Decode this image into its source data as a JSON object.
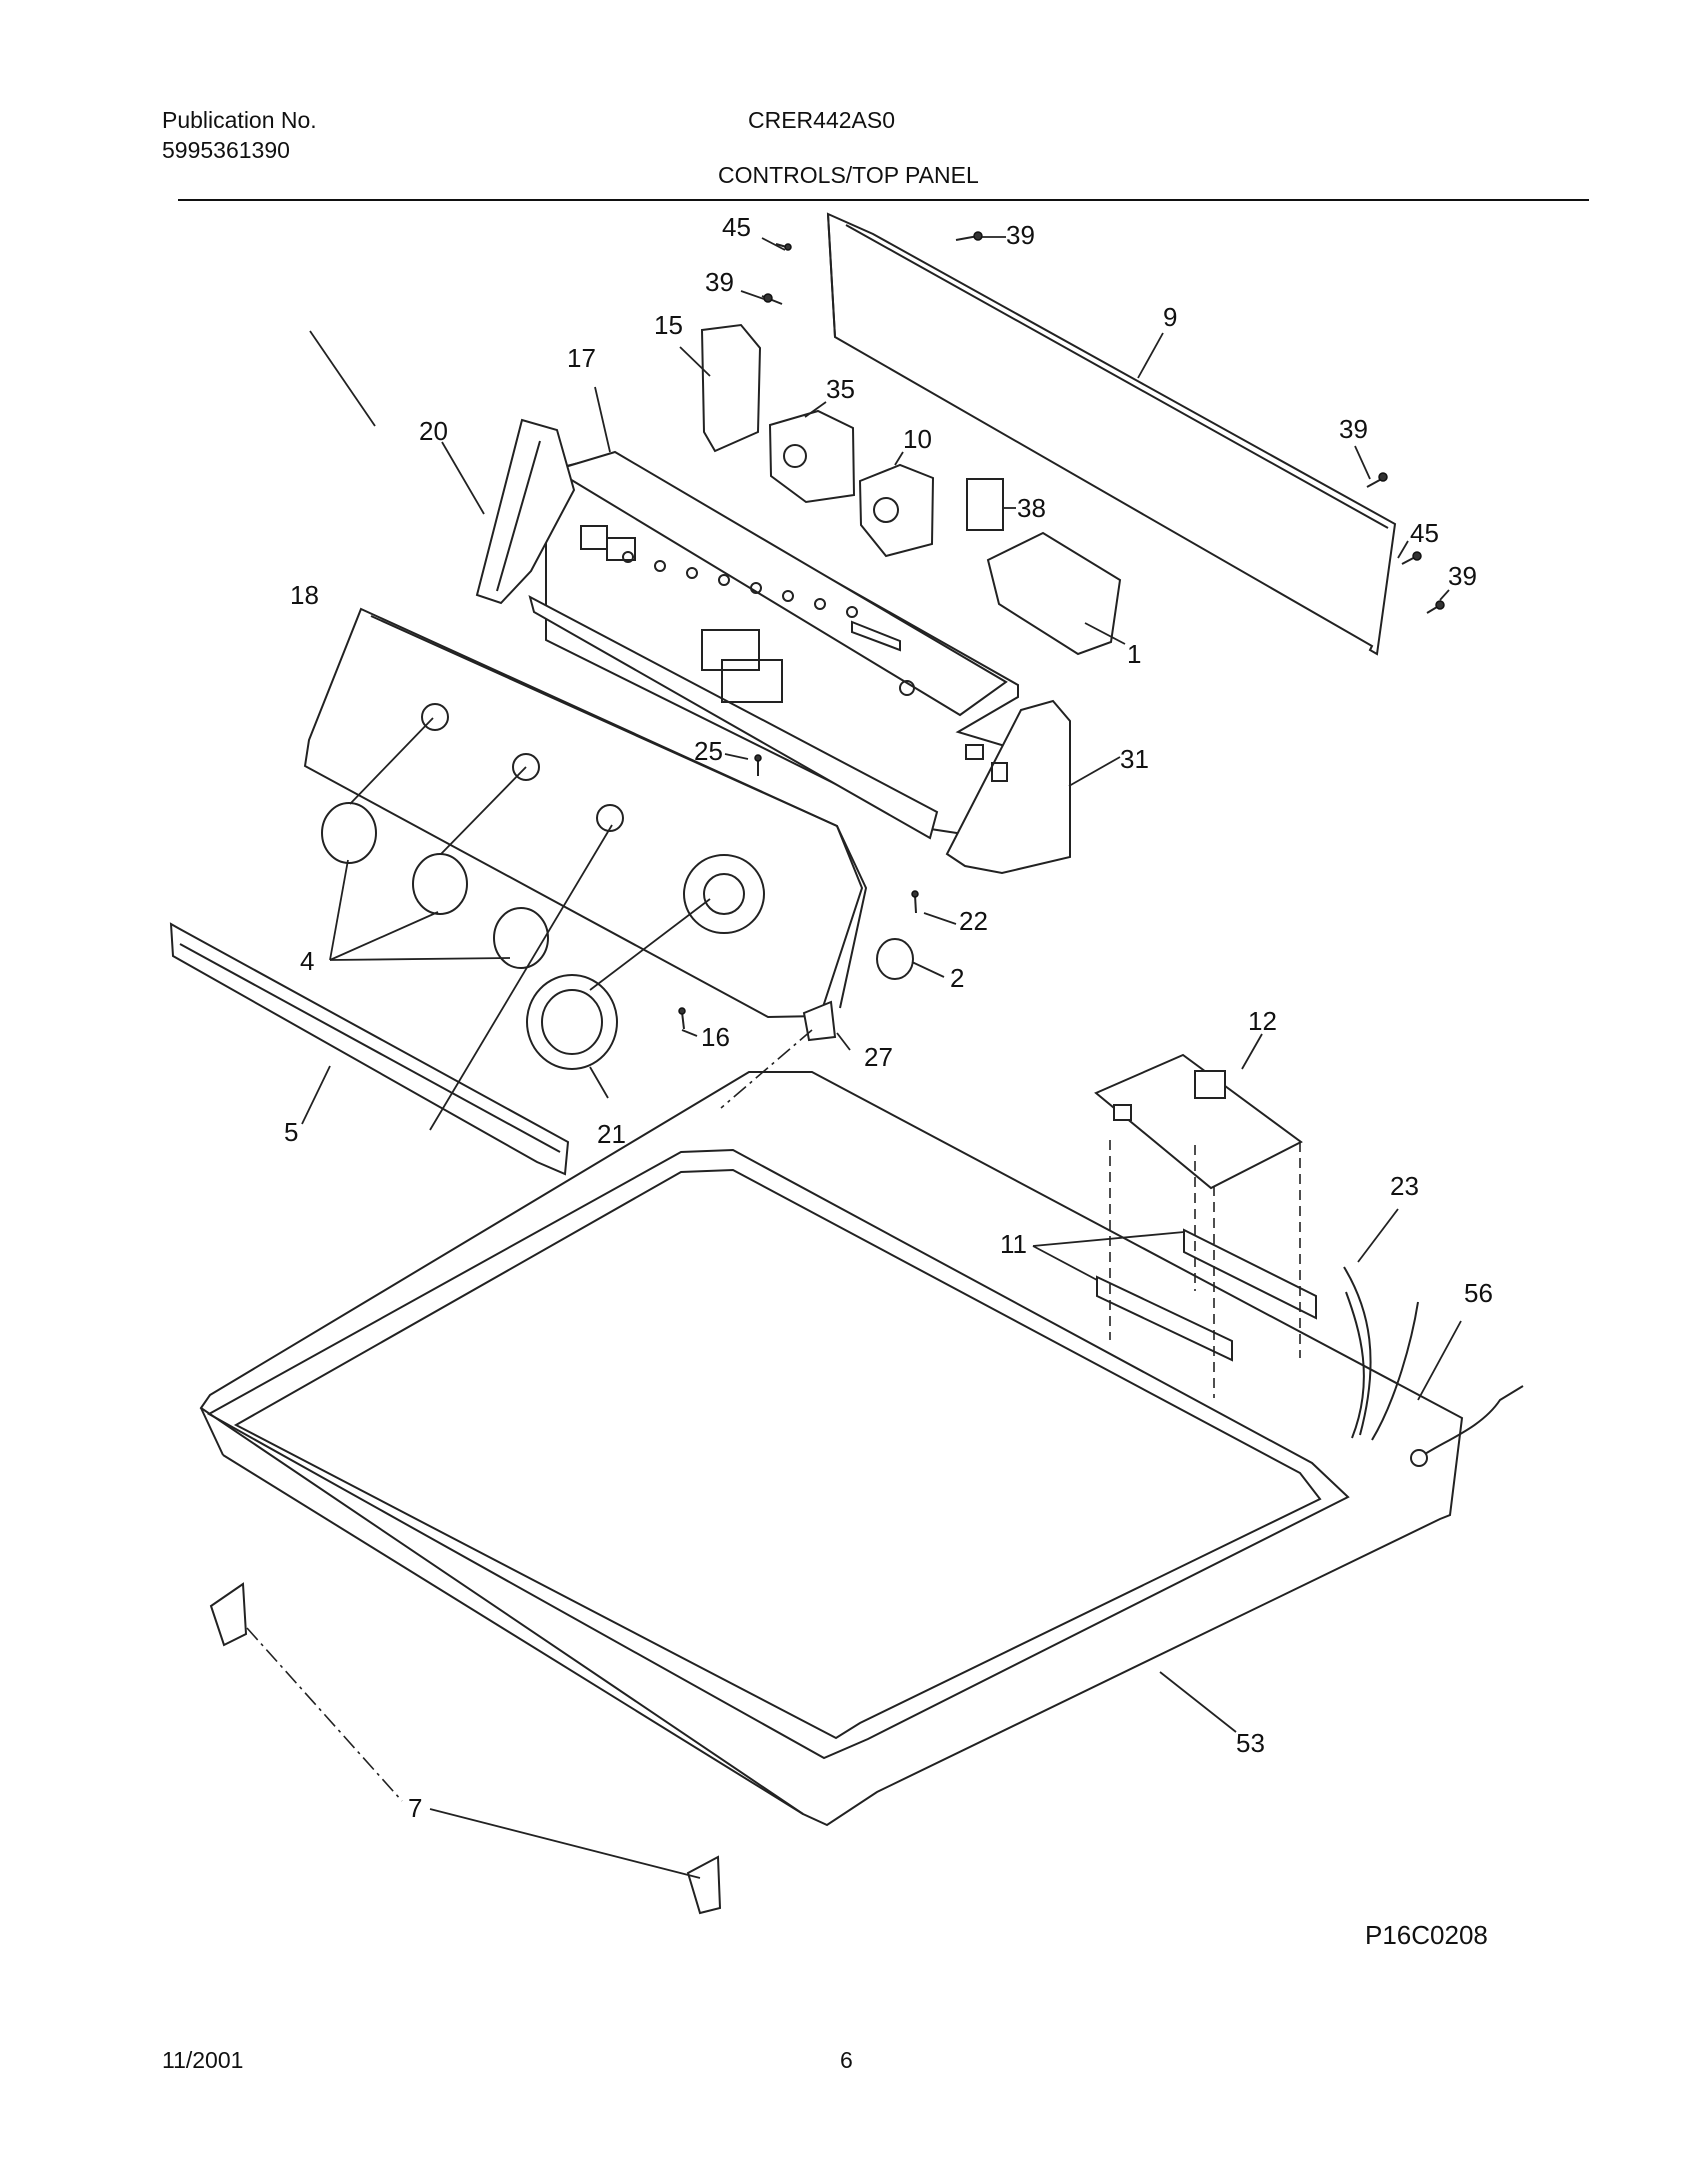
{
  "header": {
    "publication_label": "Publication No.",
    "publication_number": "5995361390",
    "model": "CRER442AS0",
    "section_title": "CONTROLS/TOP PANEL"
  },
  "diagram": {
    "code": "P16C0208",
    "callouts": {
      "c45a": "45",
      "c39a": "39",
      "c39b": "39",
      "c9": "9",
      "c15": "15",
      "c17": "17",
      "c35": "35",
      "c20": "20",
      "c10": "10",
      "c39c": "39",
      "c38": "38",
      "c45b": "45",
      "c39d": "39",
      "c18": "18",
      "c1": "1",
      "c25": "25",
      "c31": "31",
      "c22": "22",
      "c4": "4",
      "c2": "2",
      "c16": "16",
      "c27": "27",
      "c12": "12",
      "c5": "5",
      "c21": "21",
      "c23": "23",
      "c11": "11",
      "c56": "56",
      "c53": "53",
      "c7": "7"
    }
  },
  "footer": {
    "date": "11/2001",
    "page": "6"
  }
}
